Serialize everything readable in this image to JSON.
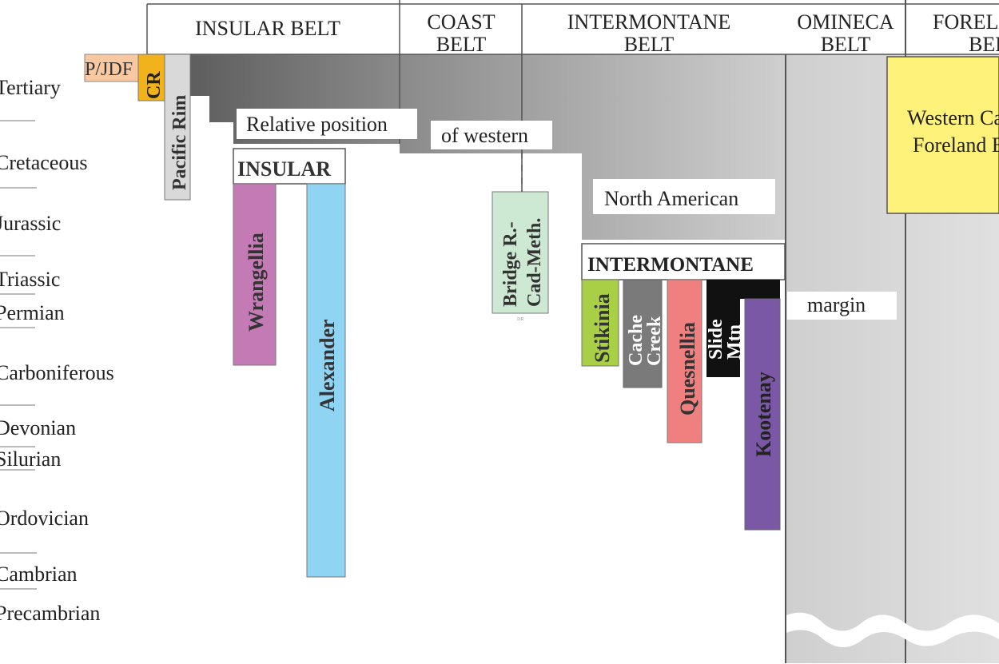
{
  "periods": [
    "Tertiary",
    "Cretaceous",
    "Jurassic",
    "Triassic",
    "Permian",
    "Carboniferous",
    "Devonian",
    "Silurian",
    "Ordovician",
    "Cambrian",
    "Precambrian"
  ],
  "belts": {
    "insular": "INSULAR BELT",
    "coast_1": "COAST",
    "coast_2": "BELT",
    "intermontane_1": "INTERMONTANE",
    "intermontane_2": "BELT",
    "omineca_1": "OMINECA",
    "omineca_2": "BELT",
    "foreland_1": "FORELAND",
    "foreland_2": "BELT"
  },
  "superterranes": {
    "insular": "INSULAR",
    "intermontane": "INTERMONTANE"
  },
  "terranes": {
    "pjdf": "P/JDF",
    "cr": "CR",
    "pacific_rim": "Pacific Rim",
    "wrangellia": "Wrangellia",
    "alexander": "Alexander",
    "bridge_1": "Bridge R.-",
    "bridge_2": "Cad-Meth.",
    "stikinia": "Stikinia",
    "cache_1": "Cache",
    "cache_2": "Creek",
    "quesnellia": "Quesnellia",
    "slide_1": "Slide",
    "slide_2": "Mtn",
    "kootenay": "Kootenay"
  },
  "margin_labels": {
    "relative_position": "Relative position",
    "of_western": "of western",
    "north_american": "North American",
    "margin": "margin"
  },
  "foreland_box": {
    "line1": "Western Canada",
    "line2": "Foreland Basin"
  },
  "credit": "DR",
  "colors": {
    "pjdf": "#f8c9a0",
    "cr": "#f2b21c",
    "pacific_rim": "#d9d9d9",
    "wrangellia": "#c47ab5",
    "alexander": "#8fd5f3",
    "bridge": "#cde8d3",
    "stikinia": "#a8cf45",
    "cache_creek": "#7a7a7a",
    "quesnellia": "#f08080",
    "slide_mtn": "#111111",
    "kootenay": "#7b58a6",
    "foreland": "#fff27a",
    "margin_grey": "#d4d4d4"
  }
}
